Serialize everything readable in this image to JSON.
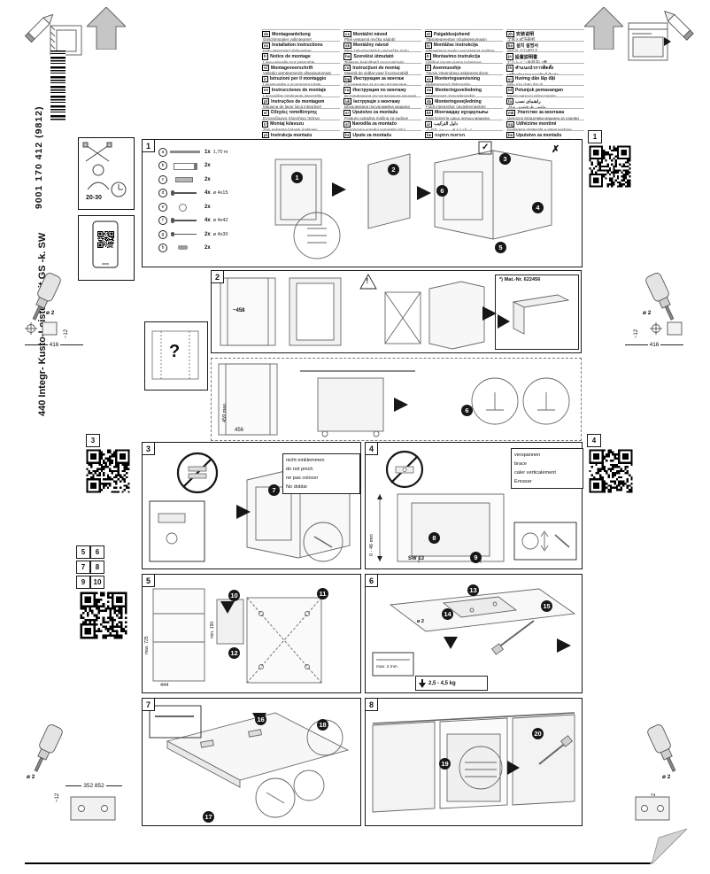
{
  "sidebar": {
    "doc_number": "9001 170 412 (9812)",
    "model": "440 Integr- Kusto-Leisten mit GS -k. SW"
  },
  "header": {
    "tools_time": "20-30"
  },
  "qr_labels": {
    "q1": "1",
    "q3": "3",
    "q4": "4"
  },
  "step_tiles": [
    "5",
    "6",
    "7",
    "8",
    "9",
    "10"
  ],
  "languages": {
    "col1": [
      {
        "code": "de",
        "title": "Montageanleitung",
        "subtitle": "Geschirrspüler vollintegriert"
      },
      {
        "code": "en",
        "title": "Installation instructions",
        "subtitle": "Fully integrated dishwasher"
      },
      {
        "code": "fr",
        "title": "Notice de montage",
        "subtitle": "Lave-vaisselle tout intégrable"
      },
      {
        "code": "nl",
        "title": "Montagevoorschrift",
        "subtitle": "Volledig geïntegreerde afwasautomaat"
      },
      {
        "code": "it",
        "title": "Istruzioni per il montaggio",
        "subtitle": "Lavastoviglie a scomparsa totale"
      },
      {
        "code": "es",
        "title": "Instrucciones de montaje",
        "subtitle": "Lavavajillas totalmente integrable"
      },
      {
        "code": "pt",
        "title": "Instruções de montagem",
        "subtitle": "Máquina de lavar loiça integrável"
      },
      {
        "code": "el",
        "title": "Οδηγίες τοποθέτησης",
        "subtitle": "Εντοιχιζόμενο πλυντήριο πιάτων"
      },
      {
        "code": "tr",
        "title": "Montaj kılavuzu",
        "subtitle": "Tam ankastre bulaşık makinesi"
      },
      {
        "code": "pl",
        "title": "Instrukcja montażu",
        "subtitle": "Zmywarka do pełnej zabudowy"
      }
    ],
    "col2": [
      {
        "code": "cs",
        "title": "Montážní návod",
        "subtitle": "Plně vestavná myčka nádobí"
      },
      {
        "code": "sk",
        "title": "Montážny návod",
        "subtitle": "Plne zabudovateľná umývačka riadu"
      },
      {
        "code": "hu",
        "title": "Szerelési útmutató",
        "subtitle": "Teljesen beépíthető mosogatógép"
      },
      {
        "code": "ro",
        "title": "Instrucţiuni de montaj",
        "subtitle": "Maşină de spălat vase încorporabilă"
      },
      {
        "code": "bg",
        "title": "Инструкция за монтаж",
        "subtitle": "Съдомиялна за пълно вграждане"
      },
      {
        "code": "ru",
        "title": "Инструкция по монтажу",
        "subtitle": "Встраиваемая посудомоечная машина"
      },
      {
        "code": "uk",
        "title": "Інструкція з монтажу",
        "subtitle": "Вбудовувана посудомийна машина"
      },
      {
        "code": "sr",
        "title": "Uputstvo za montažu",
        "subtitle": "Potpuno ugradna mašina za sudove"
      },
      {
        "code": "sl",
        "title": "Navodila za montažo",
        "subtitle": "Popolnoma vgradni pomivalni stroj"
      },
      {
        "code": "hr",
        "title": "Upute za montažu",
        "subtitle": "Potpuno ugradbena perilica posuđa"
      }
    ],
    "col3": [
      {
        "code": "et",
        "title": "Paigaldusjuhend",
        "subtitle": "Täisintegreeritav nõudepesumasin"
      },
      {
        "code": "lv",
        "title": "Montāžas instrukcija",
        "subtitle": "Iebūvējama trauku mazgājamā mašīna"
      },
      {
        "code": "lt",
        "title": "Montavimo instrukcija",
        "subtitle": "Visiškai įmontuojama indaplovė"
      },
      {
        "code": "fi",
        "title": "Asennusohje",
        "subtitle": "Täysin integroitava astianpesukone"
      },
      {
        "code": "sv",
        "title": "Monteringsanvisning",
        "subtitle": "Helintegrerad diskmaskin"
      },
      {
        "code": "no",
        "title": "Monteringsveiledning",
        "subtitle": "Helintegrert oppvaskmaskin"
      },
      {
        "code": "da",
        "title": "Monteringsvejledning",
        "subtitle": "Fuldt integrerbar opvaskemaskine"
      },
      {
        "code": "kk",
        "title": "Монтаждау нұсқаулығы",
        "subtitle": "Кіріктірілетін ыдыс жуғыш машина"
      },
      {
        "code": "ar",
        "title": "دليل التركيب",
        "subtitle": "غسالة أطباق مدمجة بالكامل"
      },
      {
        "code": "he",
        "title": "הוראות התקנה",
        "subtitle": "מדיח כלים אינטגרלי מלא"
      }
    ],
    "col4": [
      {
        "code": "zh",
        "title": "安装说明",
        "subtitle": "全嵌入式洗碗机"
      },
      {
        "code": "ko",
        "title": "설치 설명서",
        "subtitle": "빌트인 식기세척기"
      },
      {
        "code": "ja",
        "title": "設置説明書",
        "subtitle": "ビルトイン食器洗い機"
      },
      {
        "code": "th",
        "title": "คำแนะนำการติดตั้ง",
        "subtitle": "เครื่องล้างจานแบบติดตั้งในตัว"
      },
      {
        "code": "vi",
        "title": "Hướng dẫn lắp đặt",
        "subtitle": "Máy rửa chén âm tủ"
      },
      {
        "code": "id",
        "title": "Petunjuk pemasangan",
        "subtitle": "Mesin pencuci piring tanam"
      },
      {
        "code": "fa",
        "title": "راهنمای نصب",
        "subtitle": "ماشین ظرفشویی توکار"
      },
      {
        "code": "mk",
        "title": "Упатство за монтажа",
        "subtitle": "Целосно вградлива машина за садови"
      },
      {
        "code": "sq",
        "title": "Udhëzime montimi",
        "subtitle": "Enëlarëse plotësisht e integrueshme"
      },
      {
        "code": "bs",
        "title": "Uputstvo za montažu",
        "subtitle": "Potpuno ugradbena mašina za suđe"
      }
    ]
  },
  "panels": {
    "p1": {
      "label": "1",
      "parts": [
        {
          "id": "a",
          "icon": "rail",
          "qty": "1x",
          "dim": "1,70 m"
        },
        {
          "id": "b",
          "icon": "bracket",
          "qty": "2x",
          "dim": ""
        },
        {
          "id": "c",
          "icon": "clip",
          "qty": "2x",
          "dim": ""
        },
        {
          "id": "d",
          "icon": "screw",
          "qty": "4x",
          "dim": "ø 4x15"
        },
        {
          "id": "e",
          "icon": "washer",
          "qty": "2x",
          "dim": ""
        },
        {
          "id": "f",
          "icon": "screw",
          "qty": "4x",
          "dim": "ø 4x42"
        },
        {
          "id": "g",
          "icon": "screw",
          "qty": "2x",
          "dim": "ø 4x30"
        },
        {
          "id": "h",
          "icon": "cap",
          "qty": "2x",
          "dim": ""
        }
      ],
      "markers": [
        "1",
        "2",
        "3",
        "4",
        "5",
        "6"
      ],
      "check": "✓",
      "cross": "✗"
    },
    "p2": {
      "label": "2",
      "niche_width": "~458",
      "mat_nr": "*) Mat.-Nr. 622456",
      "question": "?",
      "warn": "!",
      "height_max": "459 max.",
      "height_min": "456",
      "marker": "6"
    },
    "p3": {
      "label": "3",
      "marker": "7",
      "note": [
        "nicht einklemmen",
        "do not pinch",
        "ne pas coincer",
        "No doblar"
      ]
    },
    "p4": {
      "label": "4",
      "markers": [
        "8",
        "9"
      ],
      "note": [
        "verspannen",
        "brace",
        "caler verticalement",
        "Enrasar"
      ],
      "range": "0 - 46 mm",
      "tool": "SW 13"
    },
    "p5": {
      "label": "5",
      "markers": [
        "10",
        "11",
        "12"
      ],
      "dim_a": "max. 725",
      "dim_b": "min. 150",
      "dim_c": "444"
    },
    "p6": {
      "label": "6",
      "markers": [
        "13",
        "14",
        "15"
      ],
      "dim_a": "ø 2",
      "dim_b": "max. 2 mm",
      "weight": "2,5 - 4,5 kg"
    },
    "p7": {
      "label": "7",
      "markers": [
        "16",
        "17",
        "18"
      ]
    },
    "p8": {
      "label": "8",
      "markers": [
        "19",
        "20"
      ]
    }
  },
  "margins": {
    "left_mid": {
      "dia": "ø 2",
      "depth": "~12",
      "dist": "416"
    },
    "right_mid": {
      "dia": "ø 2",
      "depth": "~12",
      "dist": "416"
    },
    "left_bot": {
      "dia": "ø 2",
      "depth": "~12",
      "dist": "352  852"
    },
    "right_bot": {
      "dia": "ø 2",
      "depth": "~12"
    }
  }
}
